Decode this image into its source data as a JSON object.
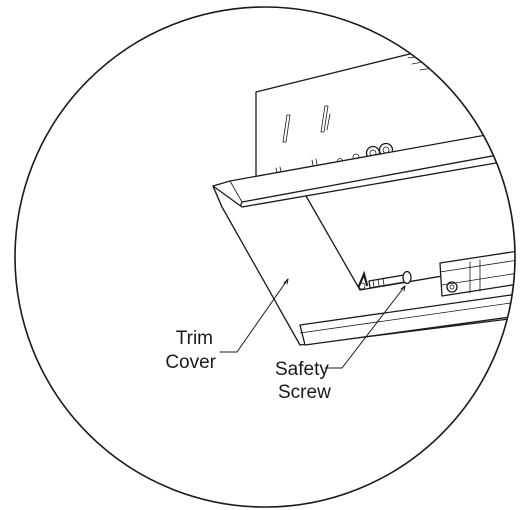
{
  "callouts": {
    "trim_cover": {
      "line1": "Trim",
      "line2": "Cover"
    },
    "safety_screw": {
      "line1": "Safety",
      "line2": "Screw"
    }
  },
  "colors": {
    "stroke": "#1a1a1a",
    "background": "#ffffff"
  }
}
